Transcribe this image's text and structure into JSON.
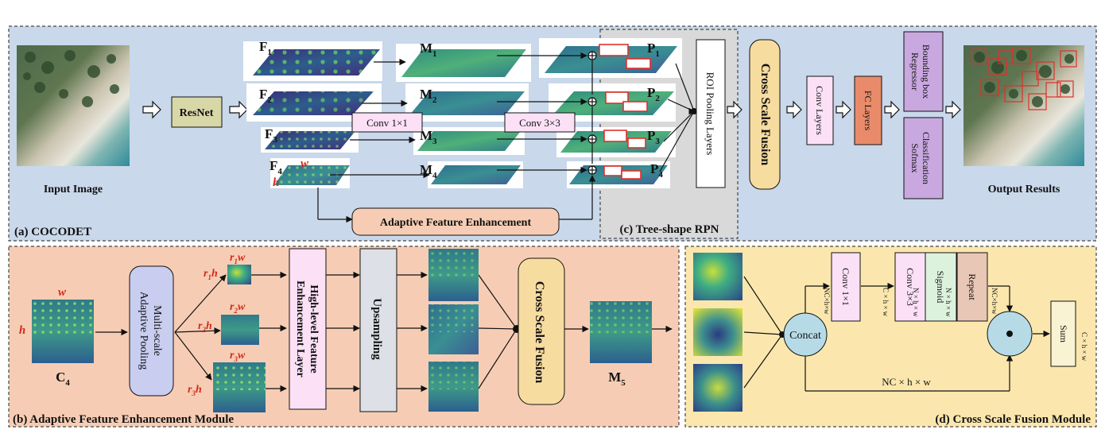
{
  "panels": {
    "a_label": "(a) COCODET",
    "b_label": "(b) Adaptive Feature Enhancement Module",
    "c_label": "(c) Tree-shape RPN",
    "d_label": "(d) Cross Scale Fusion Module"
  },
  "colors": {
    "panel_a_bg": "#c9d8ea",
    "panel_b_bg": "#f6cdb4",
    "panel_c_bg": "#d9d9d9",
    "panel_d_bg": "#fbe7ad",
    "resnet_fill": "#d7d7a8",
    "afe_fill": "#f6cdb4",
    "csf_fill": "#f7dca0",
    "conv_fill": "#fbe0f6",
    "fc_fill": "#e98b6a",
    "head_fill": "#c9a8e0",
    "pool_fill": "#c9cdf0",
    "upsample_fill": "#dde0e6",
    "sigmoid_fill": "#ddf2dd",
    "repeat_fill": "#e9c7b6",
    "sum_fill": "#f9f3d3",
    "red_label": "#d42a1a"
  },
  "panel_a": {
    "input_caption": "Input Image",
    "output_caption": "Output Results",
    "resnet": "ResNet",
    "roi": "ROI Pooling Layers",
    "csf": "Cross Scale Fusion",
    "conv_layers": "Conv Layers",
    "fc_layers": "FC Layers",
    "bbox": "Bounding box Regressor",
    "bbox_line1": "Bounding box",
    "bbox_line2": "Regressor",
    "cls_line1": "Classification",
    "cls_line2": "Sofmax",
    "conv1": "Conv 1×1",
    "conv3": "Conv 3×3",
    "afe": "Adaptive Feature Enhancement",
    "feature_labels": [
      "F",
      "M",
      "P"
    ],
    "levels": [
      "1",
      "2",
      "3",
      "4"
    ],
    "w": "w",
    "h": "h"
  },
  "panel_b": {
    "c4": "C",
    "c4_sub": "4",
    "m5": "M",
    "m5_sub": "5",
    "w": "w",
    "h": "h",
    "pool_line1": "Multi-scale",
    "pool_line2": "Adaptive Pooling",
    "hfel_line1": "High-level Feature",
    "hfel_line2": "Enhancement Layer",
    "upsampling": "Upsampling",
    "csf": "Cross Scale Fusion",
    "scales": [
      {
        "wr": "r",
        "wsub": "1",
        "wlet": "w",
        "hr": "r",
        "hsub": "1",
        "hlet": "h"
      },
      {
        "wr": "r",
        "wsub": "2",
        "wlet": "w",
        "hr": "r",
        "hsub": "2",
        "hlet": "h"
      },
      {
        "wr": "r",
        "wsub": "3",
        "wlet": "w",
        "hr": "r",
        "hsub": "3",
        "hlet": "h"
      }
    ]
  },
  "panel_d": {
    "concat": "Concat",
    "conv1": "Conv 1×1",
    "conv3": "Conv 3×3",
    "sigmoid": "Sigmoid",
    "repeat": "Repeat",
    "sum": "Sum",
    "dim_nc": "NC×h×w",
    "dim_c": "C × h × w",
    "dim_n1": "N × h × w",
    "dim_n2": "N × h × w",
    "dim_nc2": "NC×h×w",
    "dim_out": "C × h × w",
    "bottom_dim": "NC × h × w"
  }
}
